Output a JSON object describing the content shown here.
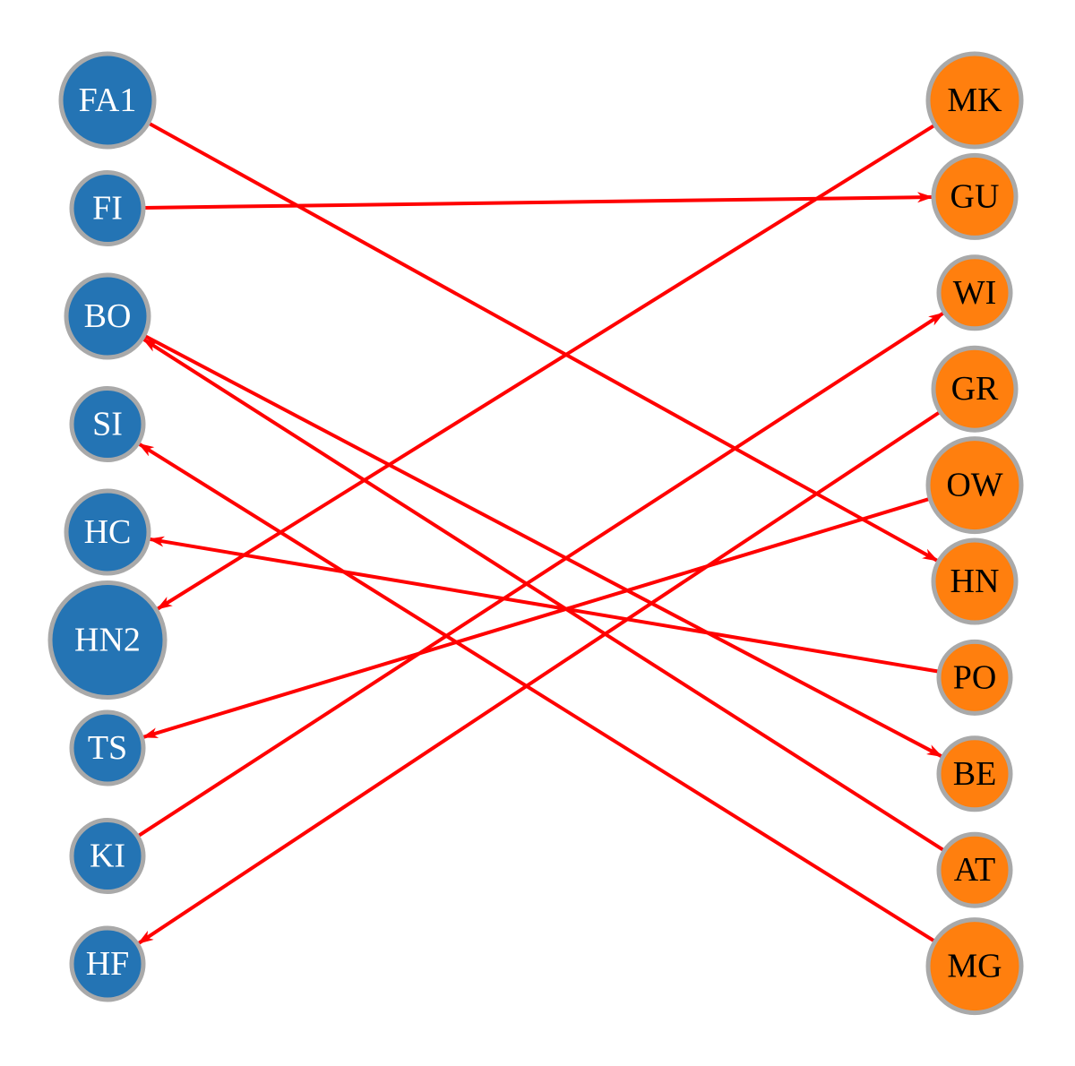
{
  "colors": {
    "left_fill": "#2474b4",
    "left_text": "#ffffff",
    "right_fill": "#ff7f0e",
    "right_text": "#000000",
    "node_stroke": "#a9a9a9",
    "edge": "#ff0000"
  },
  "left_nodes": [
    {
      "id": "FA1",
      "label": "FA1",
      "size": "large"
    },
    {
      "id": "FI",
      "label": "FI",
      "size": "small"
    },
    {
      "id": "BO",
      "label": "BO",
      "size": "medium"
    },
    {
      "id": "SI",
      "label": "SI",
      "size": "small"
    },
    {
      "id": "HC",
      "label": "HC",
      "size": "medium"
    },
    {
      "id": "HN2",
      "label": "HN2",
      "size": "xlarge"
    },
    {
      "id": "TS",
      "label": "TS",
      "size": "small"
    },
    {
      "id": "KI",
      "label": "KI",
      "size": "small"
    },
    {
      "id": "HF",
      "label": "HF",
      "size": "small"
    }
  ],
  "right_nodes": [
    {
      "id": "MK",
      "label": "MK",
      "size": "large"
    },
    {
      "id": "GU",
      "label": "GU",
      "size": "medium"
    },
    {
      "id": "WI",
      "label": "WI",
      "size": "small"
    },
    {
      "id": "GR",
      "label": "GR",
      "size": "medium"
    },
    {
      "id": "OW",
      "label": "OW",
      "size": "large"
    },
    {
      "id": "HN",
      "label": "HN",
      "size": "medium"
    },
    {
      "id": "PO",
      "label": "PO",
      "size": "small"
    },
    {
      "id": "BE",
      "label": "BE",
      "size": "small"
    },
    {
      "id": "AT",
      "label": "AT",
      "size": "small"
    },
    {
      "id": "MG",
      "label": "MG",
      "size": "large"
    }
  ],
  "edges": [
    {
      "from": "FA1",
      "to": "HN"
    },
    {
      "from": "FI",
      "to": "GU"
    },
    {
      "from": "BO",
      "to": "BE"
    },
    {
      "from": "AT",
      "to": "BO"
    },
    {
      "from": "MG",
      "to": "SI"
    },
    {
      "from": "PO",
      "to": "HC"
    },
    {
      "from": "MK",
      "to": "HN2"
    },
    {
      "from": "OW",
      "to": "TS"
    },
    {
      "from": "KI",
      "to": "WI"
    },
    {
      "from": "GR",
      "to": "HF"
    }
  ]
}
